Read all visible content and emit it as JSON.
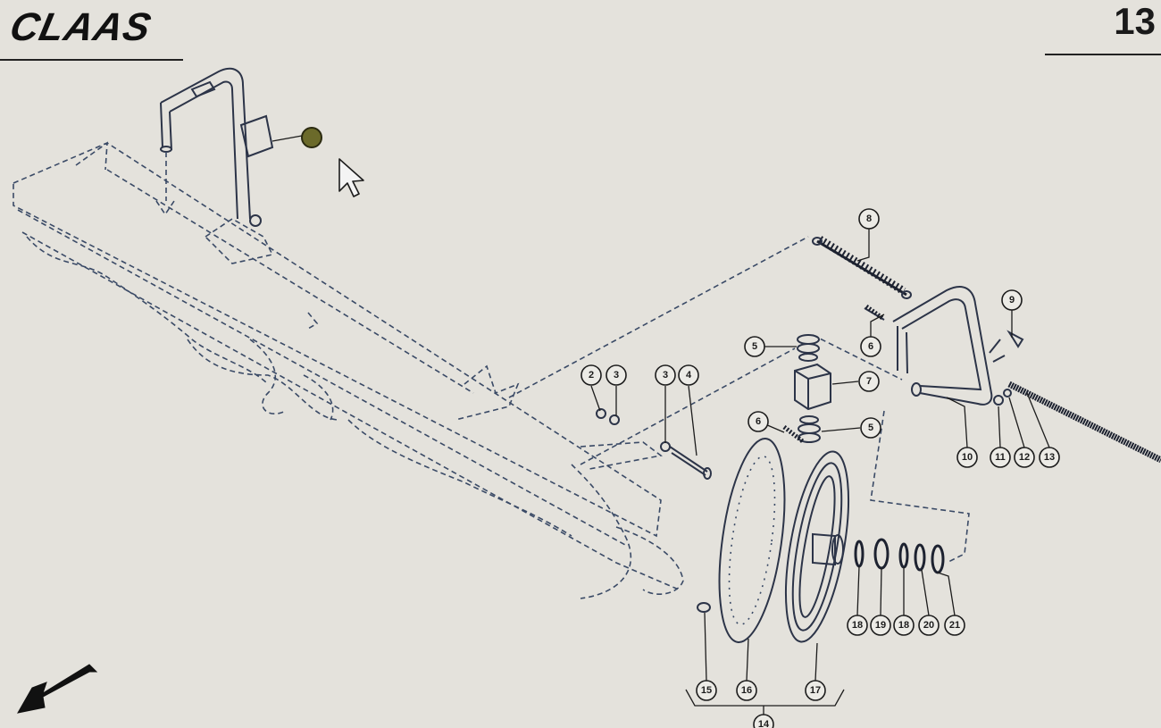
{
  "header": {
    "brand": "CLAAS",
    "page_number": "13"
  },
  "callouts": {
    "p2": "2",
    "p3a": "3",
    "p3b": "3",
    "p4": "4",
    "p5a": "5",
    "p5b": "5",
    "p6a": "6",
    "p6b": "6",
    "p7": "7",
    "p8": "8",
    "p9": "9",
    "p10": "10",
    "p11": "11",
    "p12": "12",
    "p13": "13",
    "p15": "15",
    "p16": "16",
    "p17": "17",
    "p18a": "18",
    "p19": "19",
    "p18b": "18",
    "p20": "20",
    "p21": "21",
    "p14": "14"
  },
  "colors": {
    "background": "#e4e2dc",
    "line": "#3a4a66",
    "dark": "#1c1c1c",
    "highlight": "#6b6a2a"
  },
  "icons": {
    "pointer": "mouse-pointer-icon",
    "nav": "arrow-down-left-icon"
  }
}
